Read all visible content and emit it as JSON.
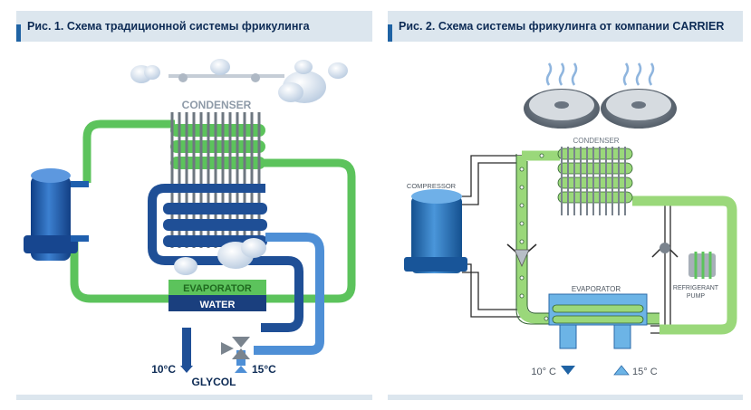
{
  "figure1": {
    "title": "Рис. 1. Схема традиционной системы фрикулинга",
    "labels": {
      "condenser": "CONDENSER",
      "evaporator": "EVAPORATOR",
      "water": "WATER",
      "temp_out": "10°C",
      "temp_in": "15°C",
      "glycol": "GLYCOL"
    }
  },
  "figure2": {
    "title": "Рис. 2. Схема системы фрикулинга от компании CARRIER",
    "labels": {
      "condenser": "CONDENSER",
      "compressor": "COMPRESSOR",
      "evaporator": "EVAPORATOR",
      "refrigerant_pump_line1": "REFRIGERANT",
      "refrigerant_pump_line2": "PUMP",
      "temp_out": "10° C",
      "temp_in": "15° C"
    }
  },
  "colors": {
    "header_bg": "#dce6ee",
    "header_accent": "#1f63a4",
    "title_text": "#0d2b55",
    "green_pipe": "#5cc35c",
    "blue_pipe": "#1f4f96",
    "light_blue_pipe": "#4e8fd6",
    "compressor": "#1f5fae"
  }
}
